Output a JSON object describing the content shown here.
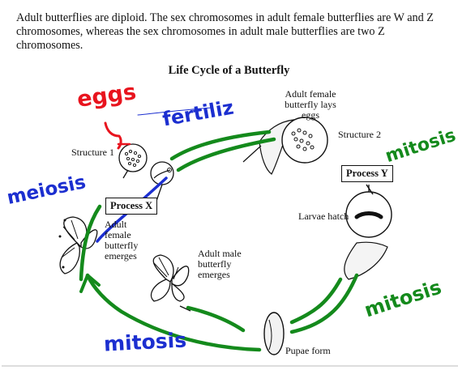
{
  "intro_text": "Adult butterflies are diploid. The sex chromosomes in adult female butterflies are W and Z chromosomes, whereas the sex chromosomes in adult male butterflies are two Z chromosomes.",
  "diagram": {
    "title": "Life Cycle of a Butterfly",
    "labels": {
      "structure_1": "Structure 1",
      "structure_2": "Structure 2",
      "process_x": "Process X",
      "process_y": "Process Y",
      "adult_female_lays_eggs": "Adult female butterfly lays eggs",
      "larvae_hatch": "Larvae hatch",
      "pupae_form": "Pupae form",
      "adult_female_emerges": "Adult female butterfly emerges",
      "adult_male_emerges": "Adult male butterfly emerges"
    }
  },
  "handwritten": {
    "eggs": "eggs",
    "fertilization": "fertiliz",
    "meiosis": "meiosis",
    "mitosis_right": "mitosis",
    "mitosis_lower_right": "mitosis",
    "mitosis_bottom": "mitosis",
    "colors": {
      "red": "#e8141e",
      "blue": "#1c2fd0",
      "green": "#148a1c"
    }
  }
}
